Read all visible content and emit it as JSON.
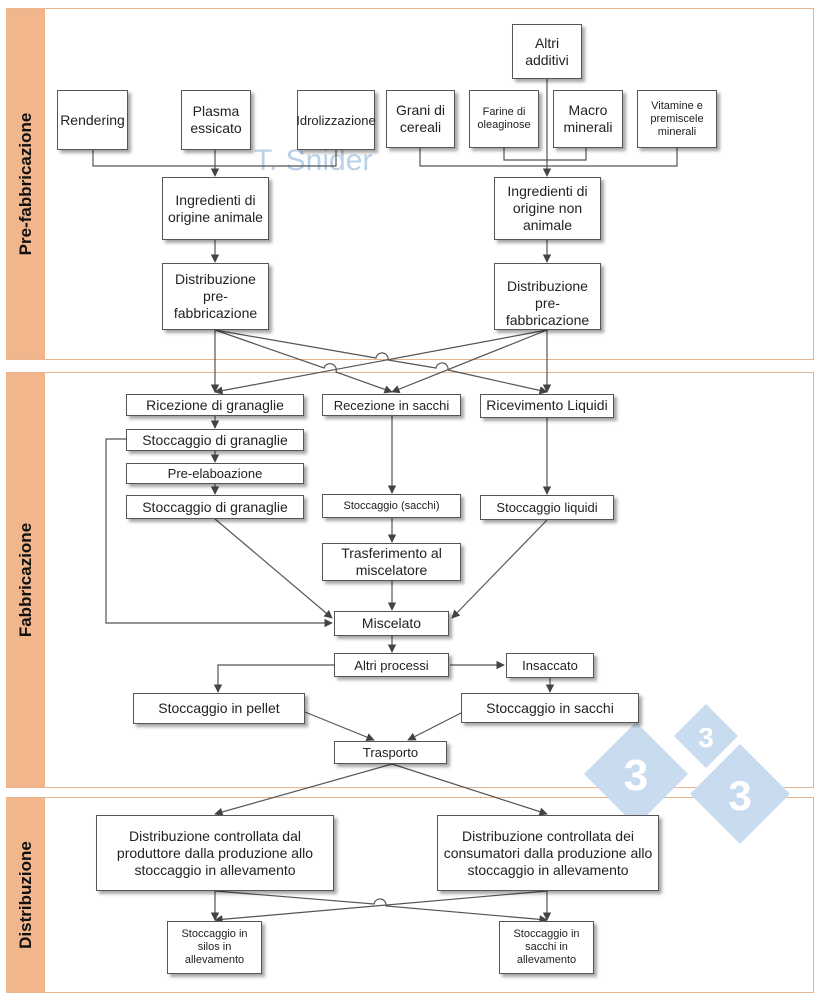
{
  "lanes": {
    "pre": "Pre-fabbricazione",
    "fab": "Fabbricazione",
    "dist": "Distribuzione"
  },
  "watermark": "T. Snider",
  "nodes": {
    "altri_additivi": "Altri additivi",
    "rendering": "Rendering",
    "plasma": "Plasma essicato",
    "idrolizzazione": "Idrolizzazione",
    "grani": "Grani di cereali",
    "farine": "Farine di oleaginose",
    "macro": "Macro minerali",
    "vitamine": "Vitamine e premiscele minerali",
    "ing_animale": "Ingredienti di origine animale",
    "ing_non_animale": "Ingredienti di origine non animale",
    "dist_pre_1": "Distribuzione pre-fabbricazione",
    "dist_pre_2_a": "Distribuzione",
    "dist_pre_2_b": "pre-fabbricazione",
    "ricezione_granaglie": "Ricezione di granaglie",
    "recezione_sacchi": "Recezione in sacchi",
    "ricevimento_liquidi": "Ricevimento Liquidi",
    "stoccaggio_granaglie_1": "Stoccaggio di granaglie",
    "pre_elaboazione": "Pre-elaboazione",
    "stoccaggio_granaglie_2": "Stoccaggio di granaglie",
    "stoccaggio_sacchi": "Stoccaggio (sacchi)",
    "stoccaggio_liquidi": "Stoccaggio liquidi",
    "trasferimento": "Trasferimento al miscelatore",
    "miscelato": "Miscelato",
    "altri_processi": "Altri processi",
    "insaccato": "Insaccato",
    "stoccaggio_pellet": "Stoccaggio in pellet",
    "stoccaggio_in_sacchi": "Stoccaggio in sacchi",
    "trasporto": "Trasporto",
    "dist_produttore": "Distribuzione controllata dal produttore dalla produzione allo stoccaggio in allevamento",
    "dist_consumatori": "Distribuzione controllata dei consumatori dalla produzione allo stoccaggio in allevamento",
    "silos": "Stoccaggio in silos in allevamento",
    "sacchi_allevamento": "Stoccaggio in sacchi in allevamento"
  },
  "logo_digits": [
    "3",
    "3",
    "3"
  ],
  "colors": {
    "lane_tab": "#f2b68c",
    "lane_border": "#e8b48c",
    "connector": "#555555",
    "watermark": "#a9c6e4",
    "logo": "#c9dcef"
  }
}
